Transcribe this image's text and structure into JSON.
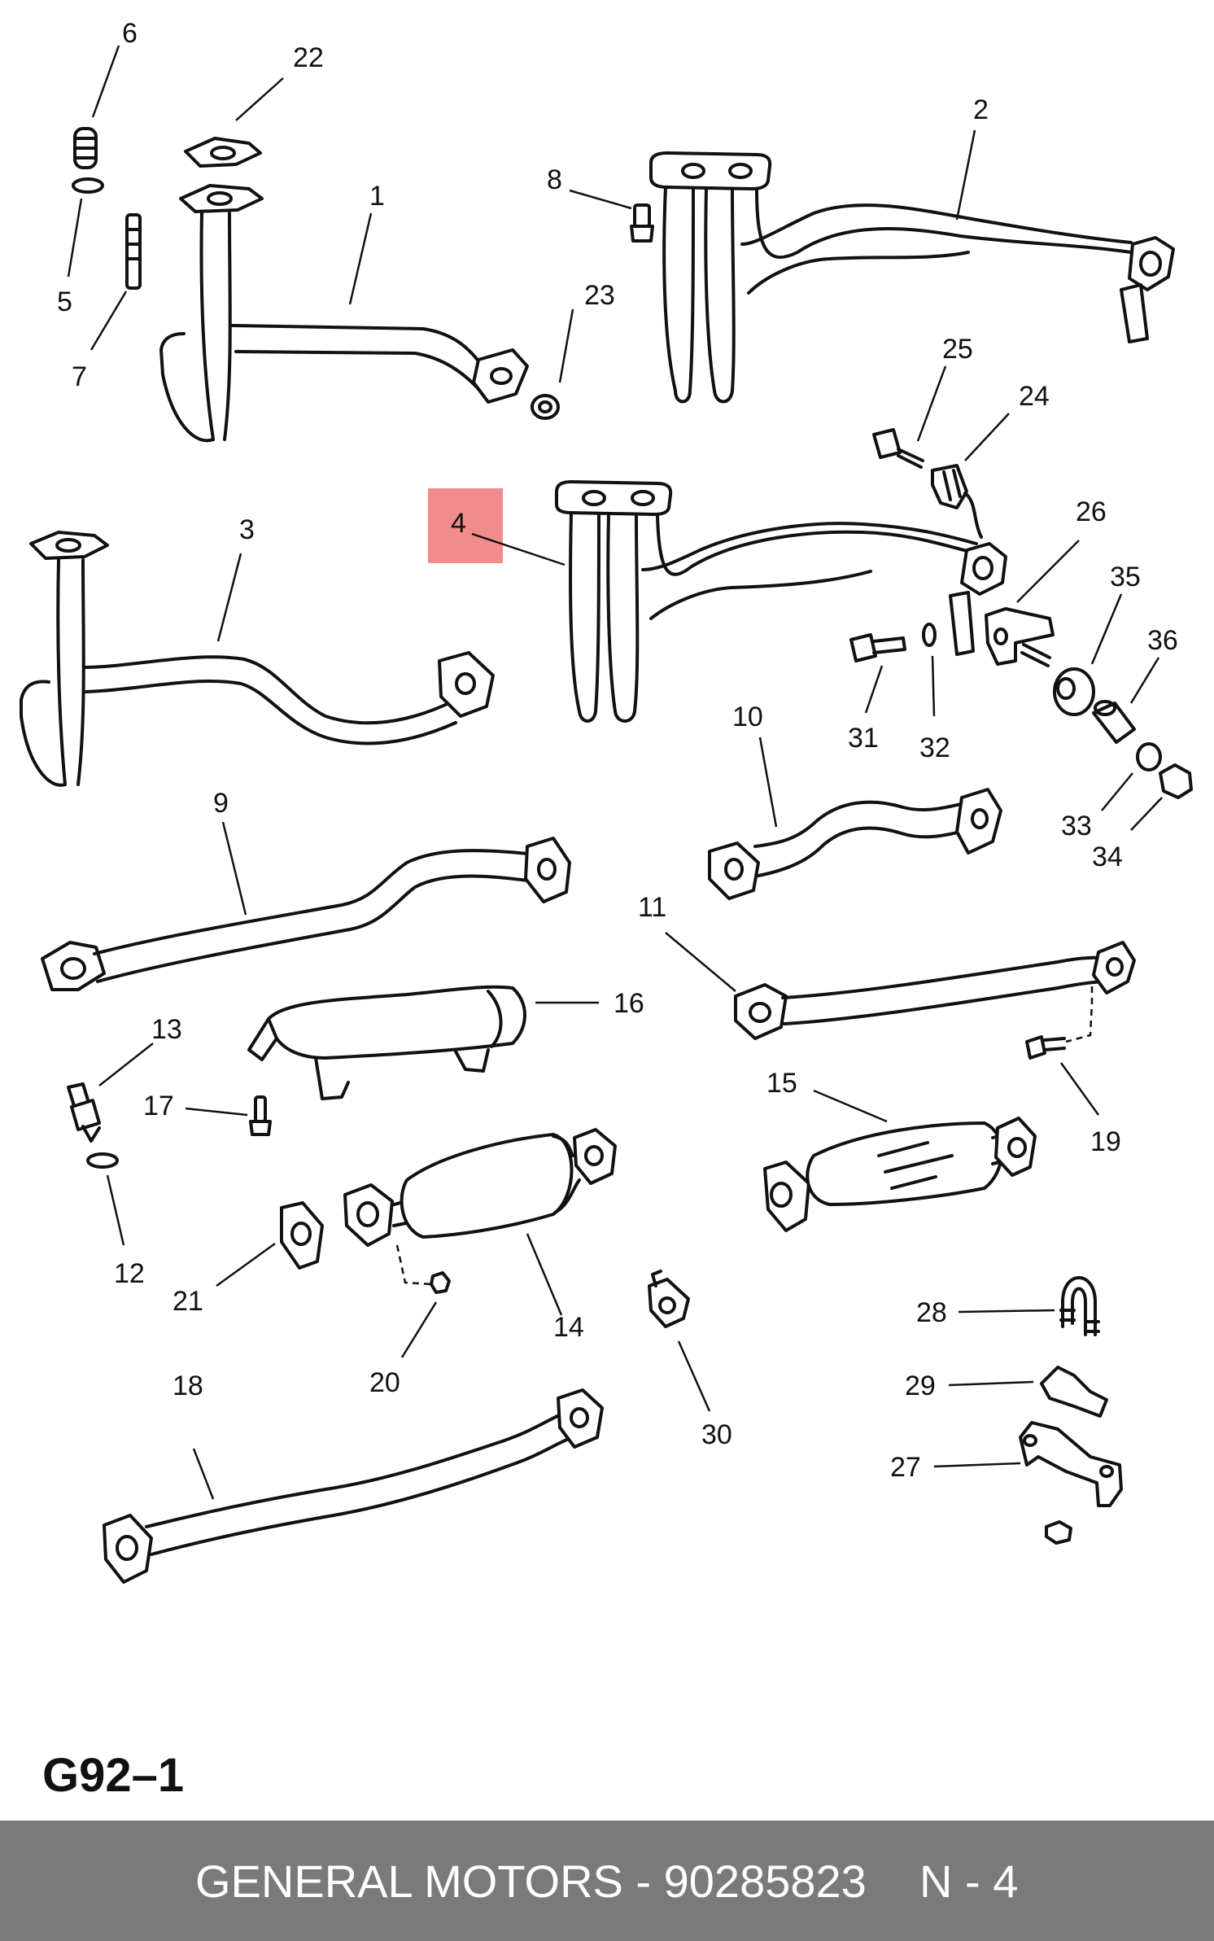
{
  "diagram": {
    "figure_code": "G92–1",
    "highlight_color": "#f28b8b",
    "highlighted_callout": "4",
    "callouts": {
      "c1": "1",
      "c2": "2",
      "c3": "3",
      "c4": "4",
      "c5": "5",
      "c6": "6",
      "c7": "7",
      "c8": "8",
      "c9": "9",
      "c10": "10",
      "c11": "11",
      "c12": "12",
      "c13": "13",
      "c14": "14",
      "c15": "15",
      "c16": "16",
      "c17": "17",
      "c18": "18",
      "c19": "19",
      "c20": "20",
      "c21": "21",
      "c22": "22",
      "c23": "23",
      "c24": "24",
      "c25": "25",
      "c26": "26",
      "c27": "27",
      "c28": "28",
      "c29": "29",
      "c30": "30",
      "c31": "31",
      "c32": "32",
      "c33": "33",
      "c34": "34",
      "c35": "35",
      "c36": "36"
    }
  },
  "footer": {
    "brand_and_part": "GENERAL MOTORS - 90285823",
    "page": "N - 4",
    "background_color": "#7a7a7a"
  }
}
